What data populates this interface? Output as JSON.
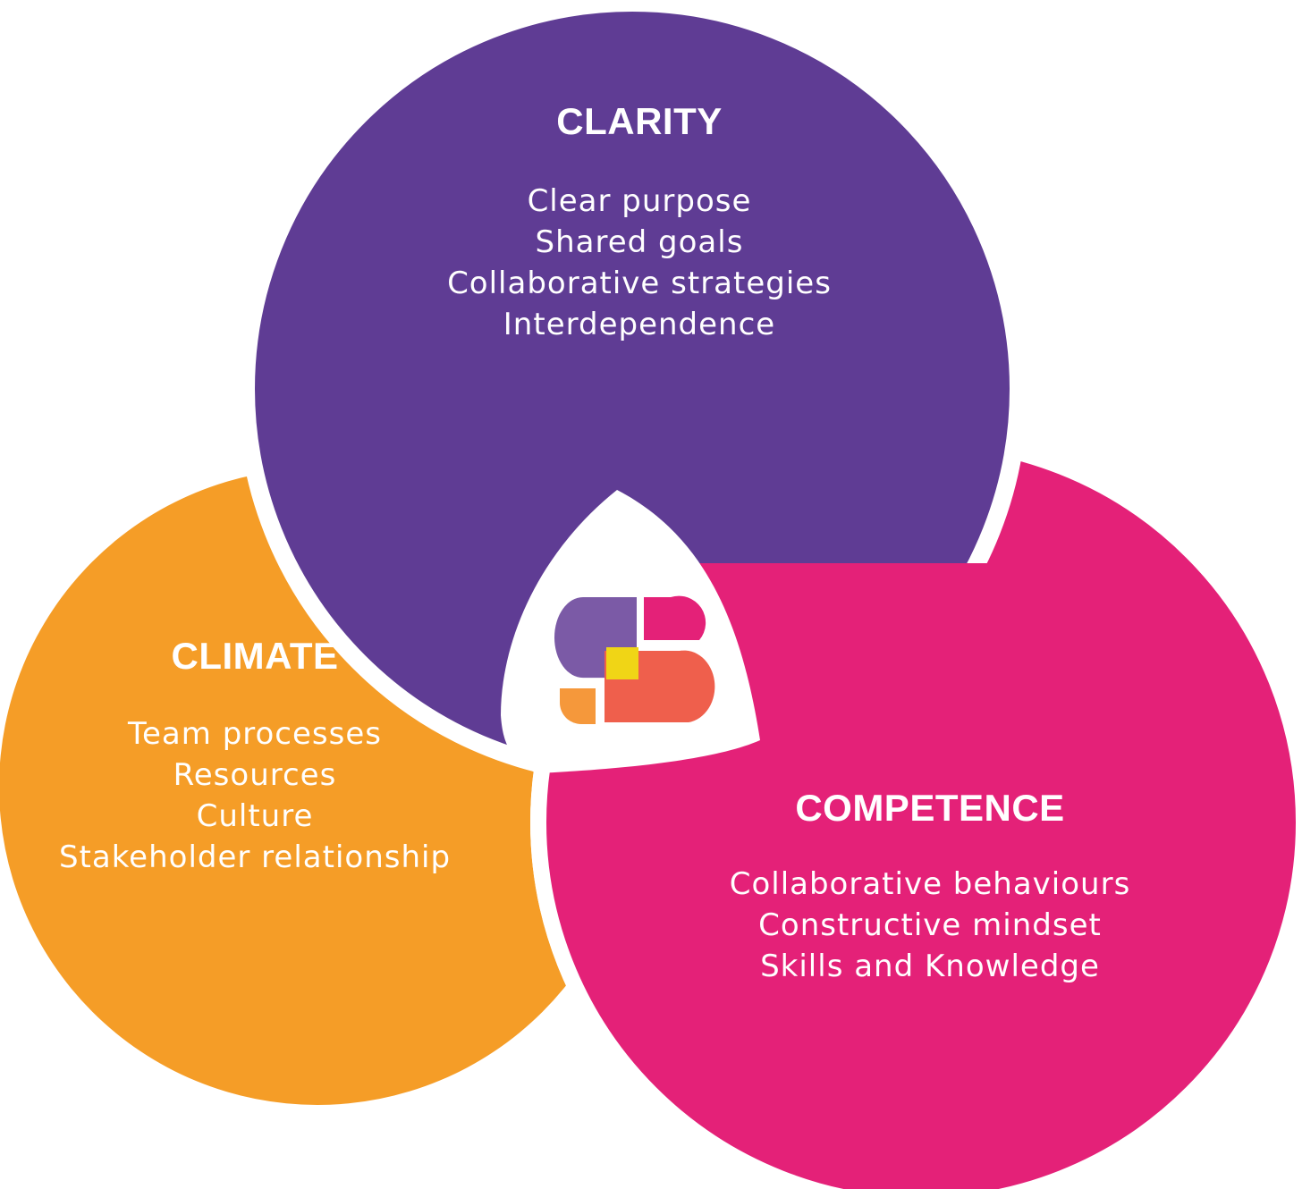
{
  "colors": {
    "clarity": "#5f3c94",
    "climate": "#f59d27",
    "competence": "#e42178",
    "gap": "#ffffff",
    "logo_purple": "#7b5aa6",
    "logo_pink": "#e42178",
    "logo_coral": "#ef5f4c",
    "logo_orange": "#f5983b",
    "logo_yellow": "#f0d516"
  },
  "clarity": {
    "title": "CLARITY",
    "items": [
      "Clear purpose",
      "Shared goals",
      "Collaborative strategies",
      "Interdependence"
    ]
  },
  "climate": {
    "title": "CLIMATE",
    "items": [
      "Team processes",
      "Resources",
      "Culture",
      "Stakeholder relationship"
    ]
  },
  "competence": {
    "title": "COMPETENCE",
    "items": [
      "Collaborative behaviours",
      "Constructive mindset",
      "Skills and Knowledge"
    ]
  },
  "logo": {
    "icon": "s-block-logo-icon"
  }
}
